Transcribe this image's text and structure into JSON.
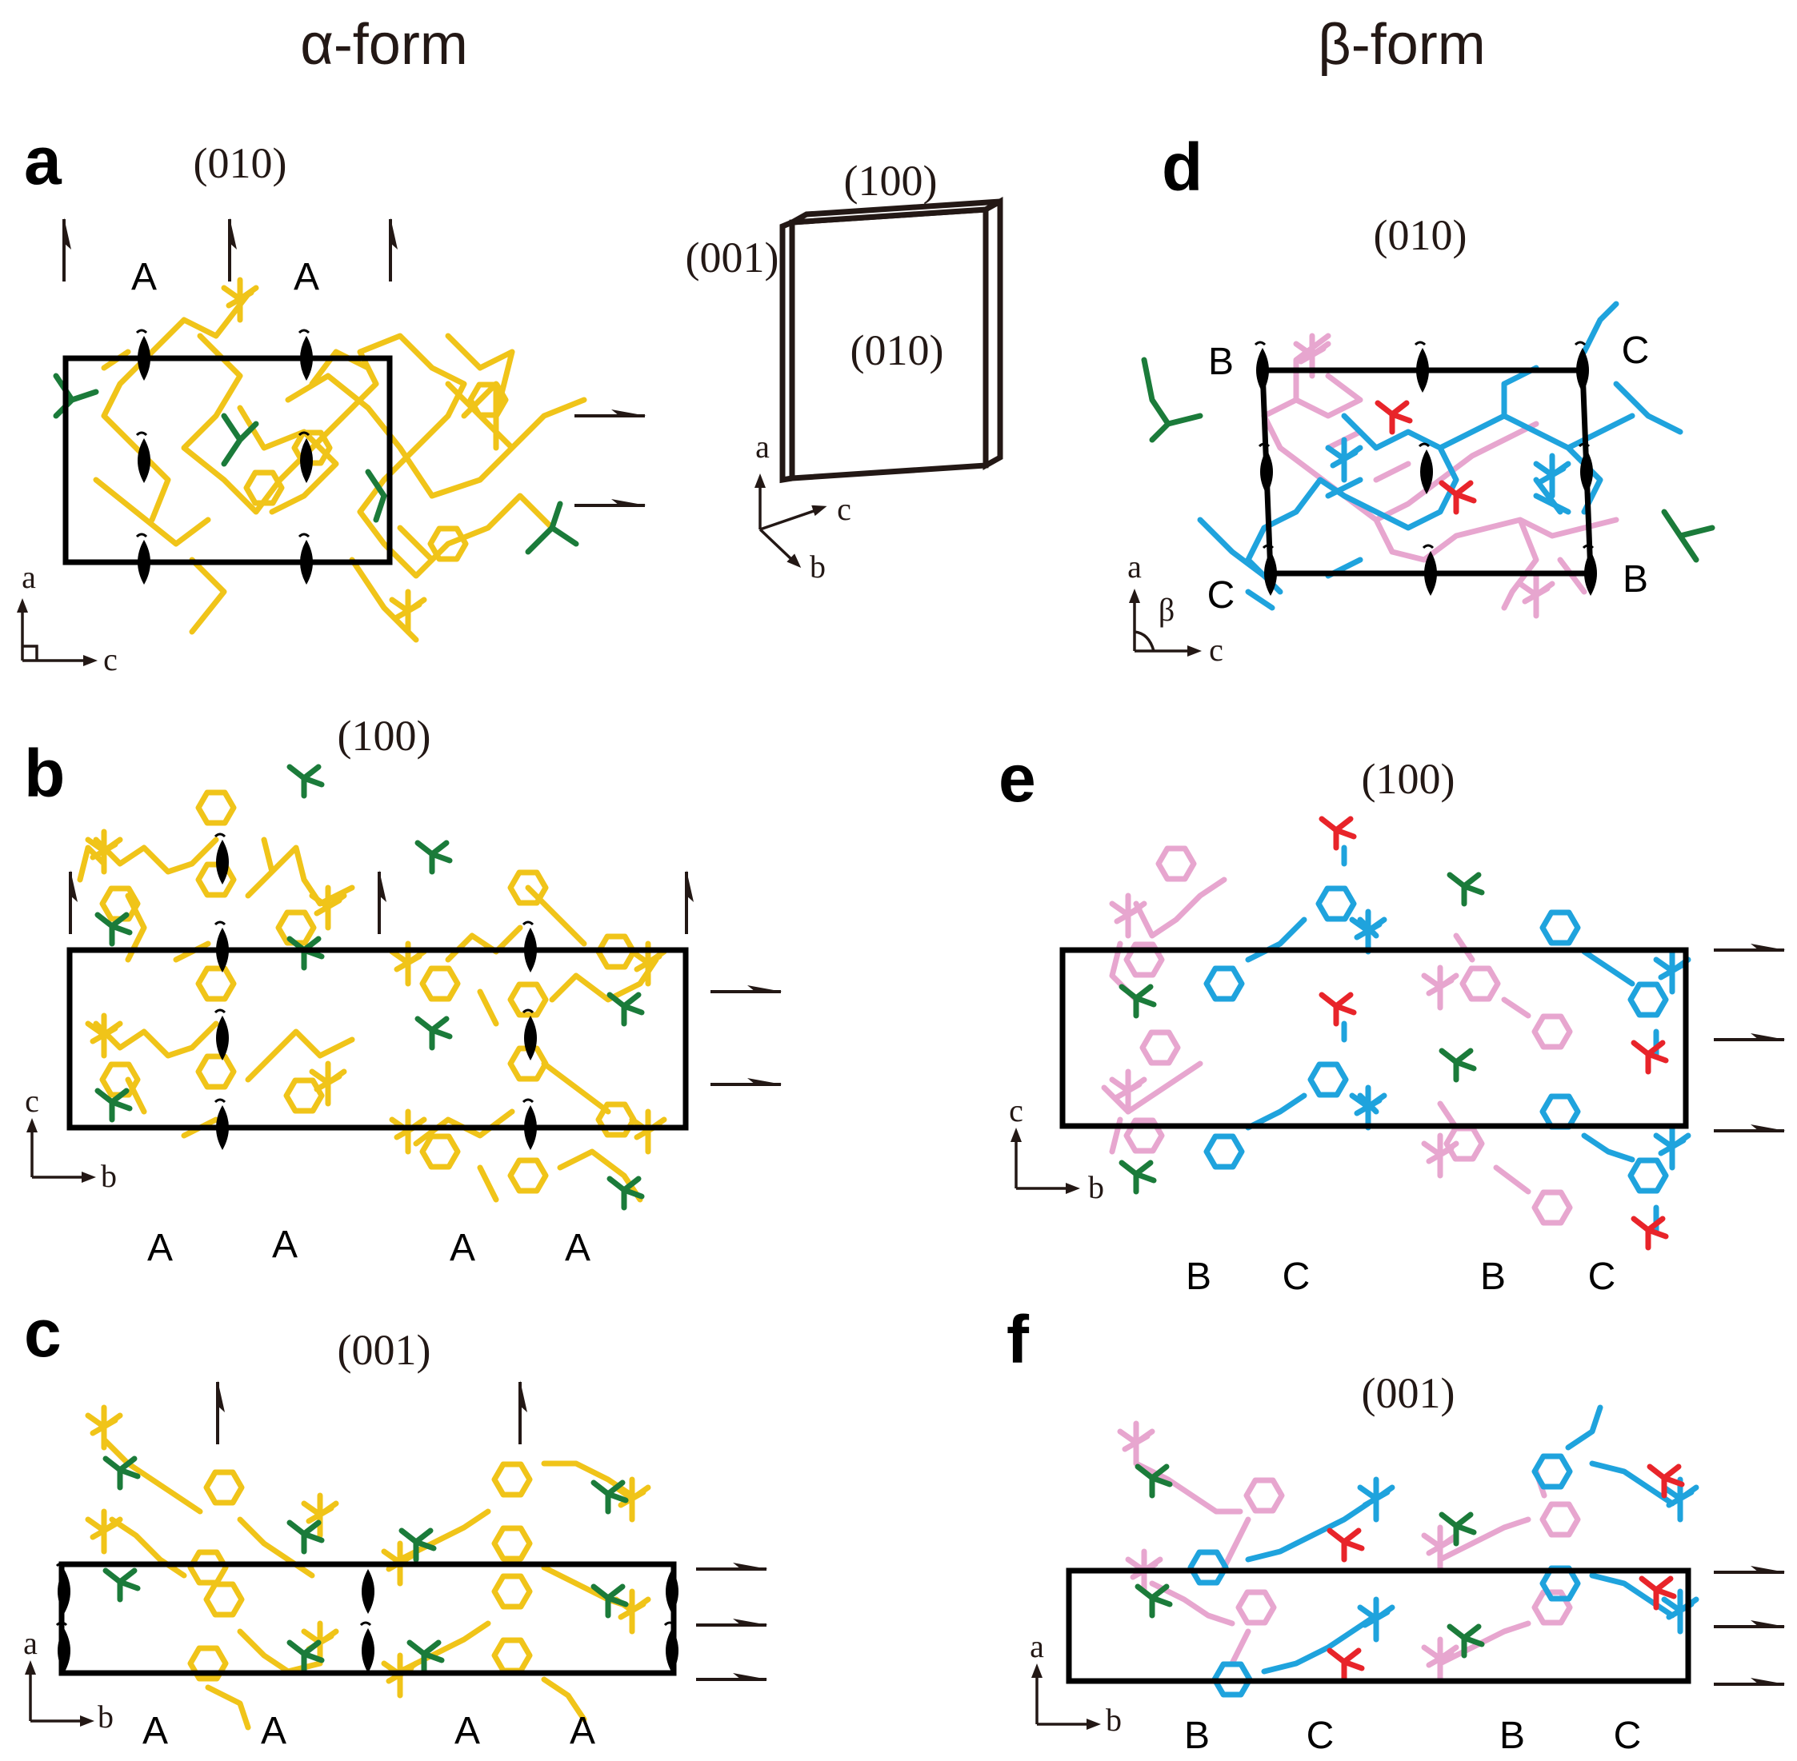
{
  "headers": {
    "alpha": "α-form",
    "beta": "β-form"
  },
  "panels": {
    "a": {
      "label": "a",
      "plane": "(010)",
      "molecules": [
        "A",
        "A"
      ],
      "axis_up": "a",
      "axis_right": "c"
    },
    "b": {
      "label": "b",
      "plane": "(100)",
      "molecules": [
        "A",
        "A",
        "A",
        "A"
      ],
      "axis_up": "c",
      "axis_right": "b"
    },
    "c": {
      "label": "c",
      "plane": "(001)",
      "molecules": [
        "A",
        "A",
        "A",
        "A"
      ],
      "axis_up": "a",
      "axis_right": "b"
    },
    "d": {
      "label": "d",
      "plane": "(010)",
      "molecules": [
        "B",
        "C",
        "C",
        "B"
      ],
      "axis_up": "a",
      "axis_right": "c",
      "angle": "β"
    },
    "e": {
      "label": "e",
      "plane": "(100)",
      "molecules": [
        "B",
        "C",
        "B",
        "C"
      ],
      "axis_up": "c",
      "axis_right": "b"
    },
    "f": {
      "label": "f",
      "plane": "(001)",
      "molecules": [
        "B",
        "C",
        "B",
        "C"
      ],
      "axis_up": "a",
      "axis_right": "b"
    }
  },
  "crystal": {
    "faces": [
      "(100)",
      "(001)",
      "(010)"
    ],
    "axes": {
      "a": "a",
      "b": "b",
      "c": "c"
    }
  },
  "colors": {
    "alpha_molecule": "#f0c419",
    "amino_group": "#1b7b3a",
    "beta_molecule_B": "#e7a6cf",
    "beta_molecule_C": "#1fa3dd",
    "beta_group_C": "#e8242a"
  }
}
